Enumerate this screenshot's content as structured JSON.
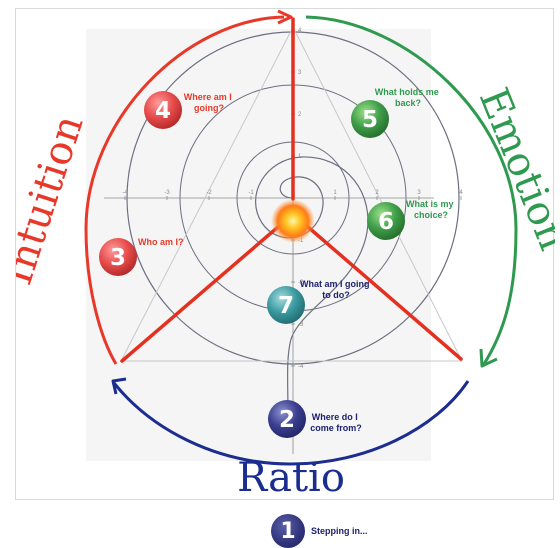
{
  "ring_labels": {
    "intuition": "Intuition",
    "emotion": "Emotion",
    "ratio": "Ratio"
  },
  "ring_colors": {
    "intuition": "#e8382a",
    "emotion": "#2f9a4f",
    "ratio": "#1b2d8f"
  },
  "steps": [
    {
      "number": "1",
      "label_lines": [
        "Stepping in..."
      ],
      "color": "#2f3279"
    },
    {
      "number": "2",
      "label_lines": [
        "Where do I",
        "come from?"
      ],
      "color": "#3b3f8f"
    },
    {
      "number": "3",
      "label_lines": [
        "Who am I?"
      ],
      "color": "#e74c4c"
    },
    {
      "number": "4",
      "label_lines": [
        "Where am I",
        "going?"
      ],
      "color": "#e74c4c"
    },
    {
      "number": "5",
      "label_lines": [
        "What holds me",
        "back?"
      ],
      "color": "#3f9e49"
    },
    {
      "number": "6",
      "label_lines": [
        "What is my",
        "choice?"
      ],
      "color": "#3f9e49"
    },
    {
      "number": "7",
      "label_lines": [
        "What am I going",
        "to do?"
      ],
      "color": "#3a9aa0"
    }
  ],
  "axis_ticks": {
    "horizontal": [
      "-4",
      "-3",
      "-2",
      "-1",
      "1",
      "2",
      "3",
      "4"
    ],
    "vertical": [
      "4",
      "3",
      "2",
      "1",
      "-1",
      "-2",
      "-3",
      "-4"
    ]
  },
  "icons": {
    "center": "sun-icon",
    "arrows": "curved-arrow-icon"
  }
}
